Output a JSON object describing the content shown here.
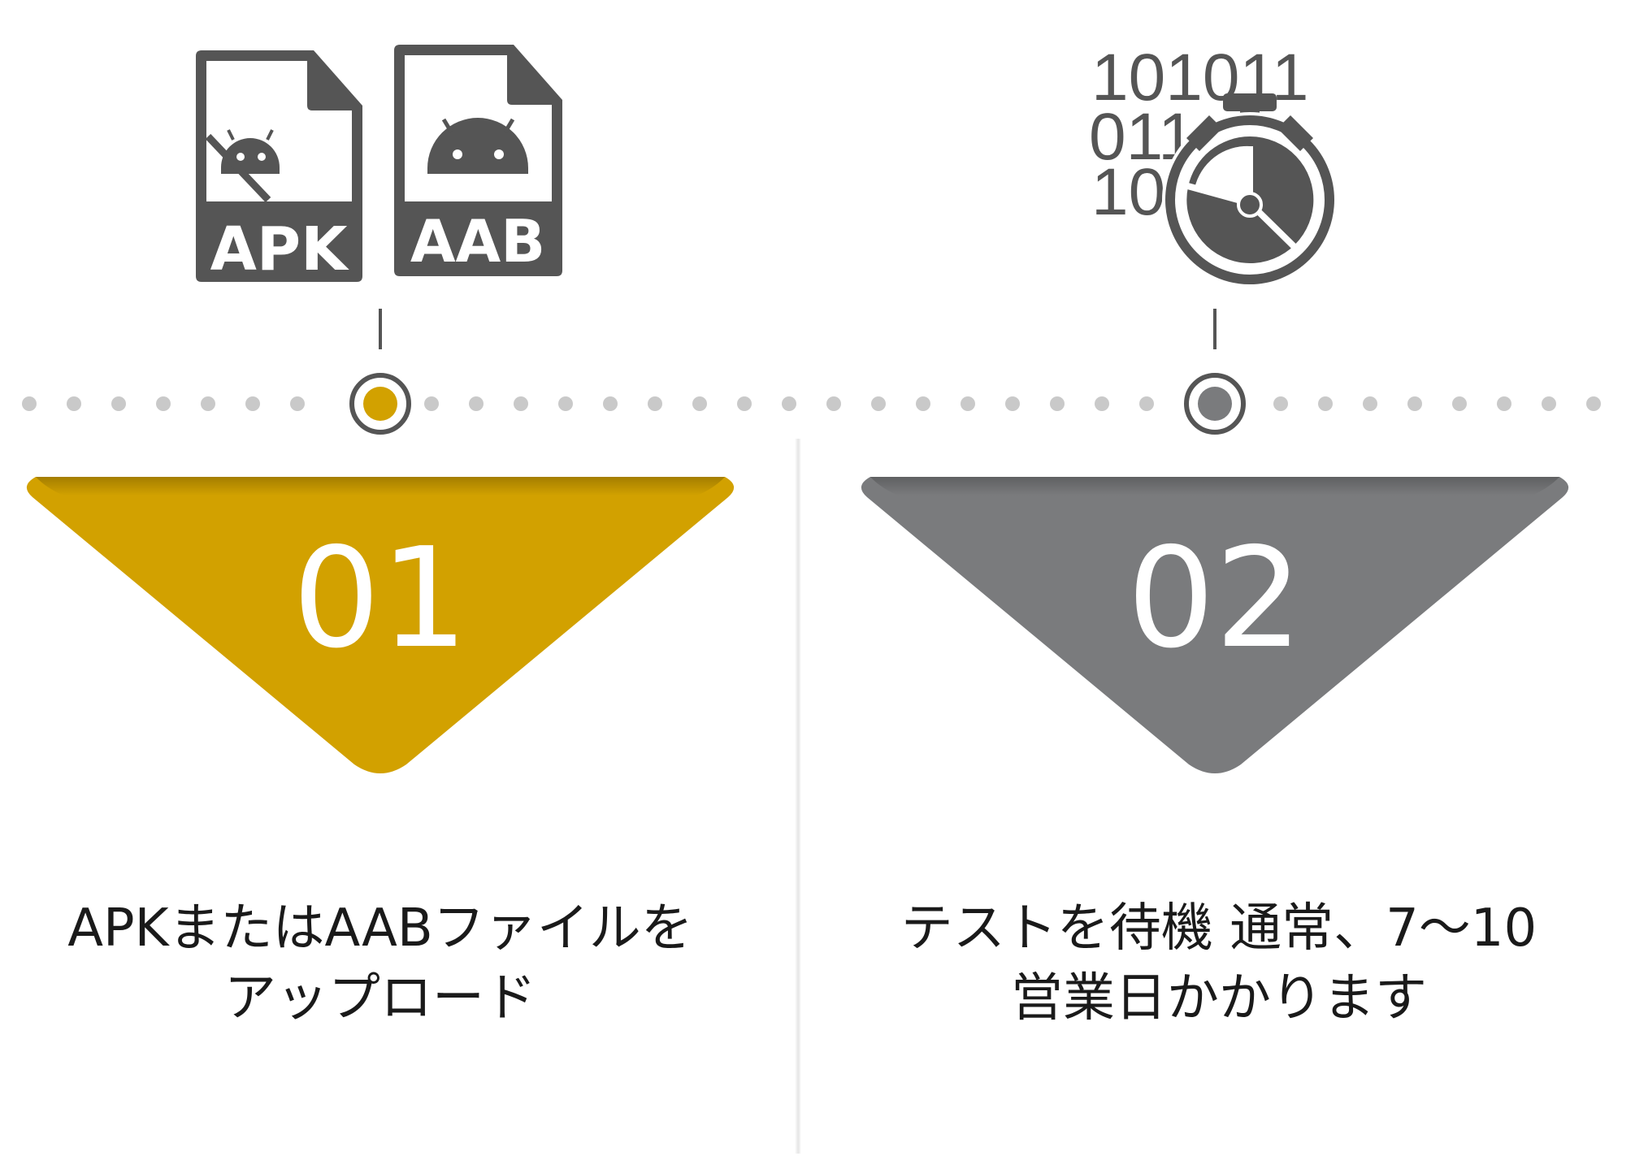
{
  "steps": [
    {
      "number": "01",
      "color": "#d2a100",
      "icon": "apk-aab-file-icons",
      "file_labels": [
        "APK",
        "AAB"
      ],
      "text_line1": "APKまたはAABファイルを",
      "text_line2": "アップロード"
    },
    {
      "number": "02",
      "color": "#7a7b7d",
      "icon": "binary-stopwatch-icon",
      "binary_rows": [
        "101011",
        "011",
        "10"
      ],
      "text_line1": "テストを待機 通常、7〜10",
      "text_line2": "営業日かかります"
    }
  ],
  "timeline": {
    "dot_color": "#c9c9c9",
    "node_ring_color": "#555555"
  }
}
